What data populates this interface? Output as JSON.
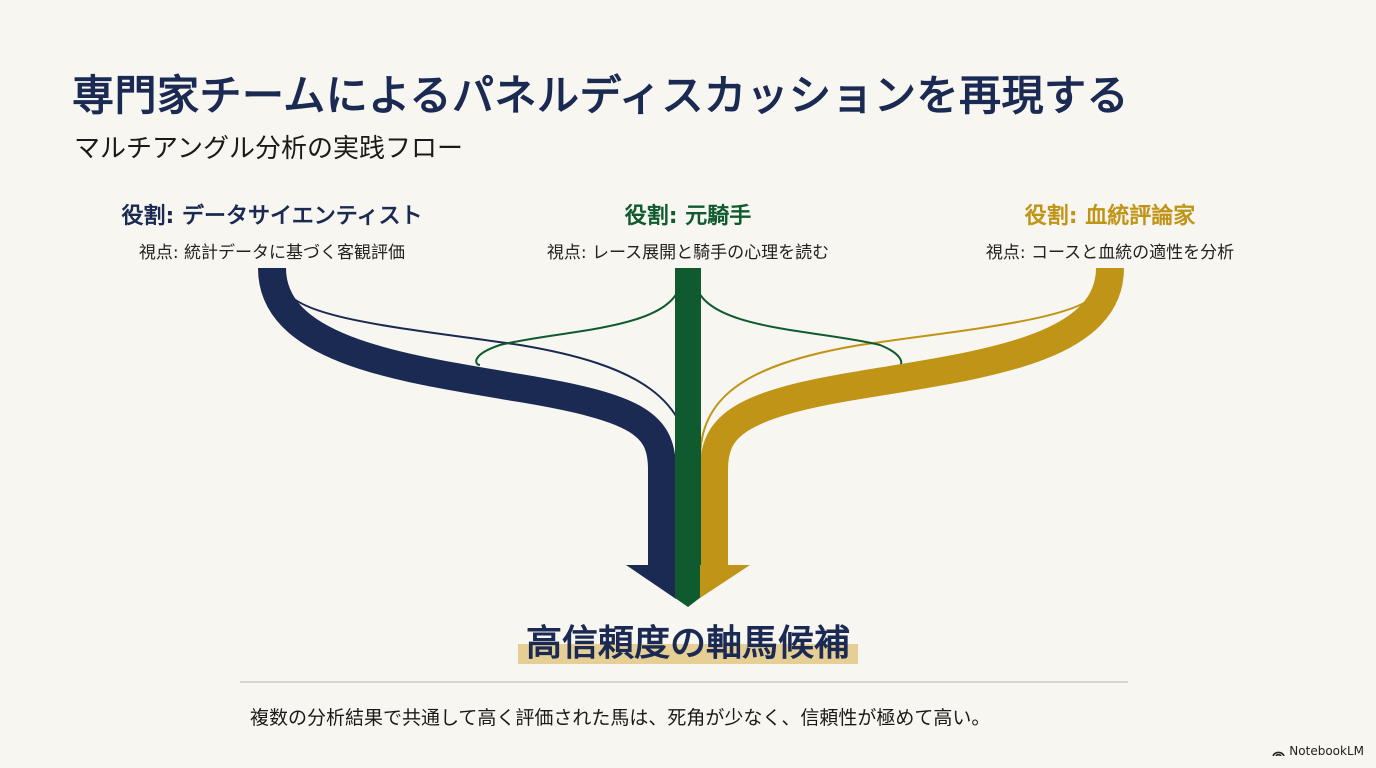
{
  "title": "専門家チームによるパネルディスカッションを再現する",
  "subtitle": "マルチアングル分析の実践フロー",
  "roles": [
    {
      "role": "役割: データサイエンティスト",
      "perspective": "視点: 統計データに基づく客観評価",
      "color": "#1b2a52"
    },
    {
      "role": "役割: 元騎手",
      "perspective": "視点: レース展開と騎手の心理を読む",
      "color": "#0f5a2e"
    },
    {
      "role": "役割: 血統評論家",
      "perspective": "視点: コースと血統の適性を分析",
      "color": "#c09417"
    }
  ],
  "result": {
    "title": "高信頼度の軸馬候補",
    "description": "複数の分析結果で共通して高く評価された馬は、死角が少なく、信頼性が極めて高い。"
  },
  "brand": "NotebookLM"
}
